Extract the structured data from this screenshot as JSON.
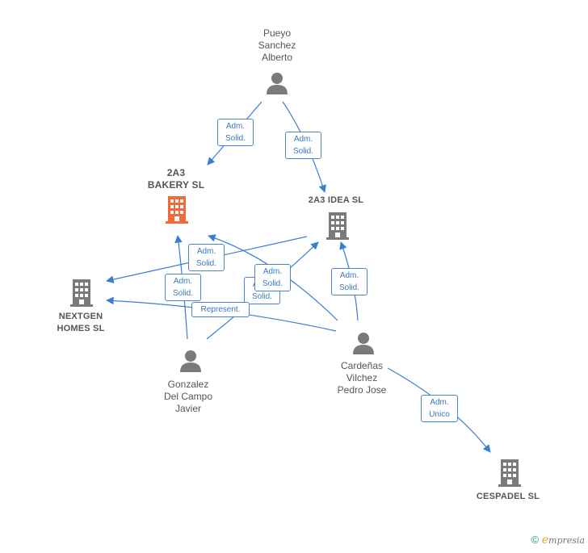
{
  "colors": {
    "edge": "#3a7ed0",
    "person": "#7a7a7a",
    "company": "#7a7a7a",
    "company_main": "#f26a3a"
  },
  "nodes": {
    "pueyo": {
      "line1": "Pueyo",
      "line2": "Sanchez",
      "line3": "Alberto",
      "icon": "person-icon"
    },
    "gonzalez": {
      "line1": "Gonzalez",
      "line2": "Del Campo",
      "line3": "Javier",
      "icon": "person-icon"
    },
    "cardenas": {
      "line1": "Cardeñas",
      "line2": "Vilchez",
      "line3": "Pedro Jose",
      "icon": "person-icon"
    },
    "bakery": {
      "line1": "2A3",
      "line2": "BAKERY  SL",
      "icon": "building-icon"
    },
    "idea": {
      "line1": "2A3  IDEA  SL",
      "icon": "building-icon"
    },
    "nextgen": {
      "line1": "NEXTGEN",
      "line2": "HOMES  SL",
      "icon": "building-icon"
    },
    "cespadel": {
      "line1": "CESPADEL SL",
      "icon": "building-icon"
    }
  },
  "edge_labels": {
    "pueyo_bakery": {
      "l1": "Adm.",
      "l2": "Solid."
    },
    "pueyo_idea": {
      "l1": "Adm.",
      "l2": "Solid."
    },
    "idea_nextgen": {
      "l1": "Adm.",
      "l2": "Solid."
    },
    "gonz_bakery": {
      "l1": "Adm.",
      "l2": "Solid."
    },
    "gonz_idea_back": {
      "l1": "Adm.",
      "l2": "Solid."
    },
    "card_bakery": {
      "l1": "Adm.",
      "l2": "Solid."
    },
    "card_idea": {
      "l1": "Adm.",
      "l2": "Solid."
    },
    "represent": {
      "l1": "Represent."
    },
    "card_cespadel": {
      "l1": "Adm.",
      "l2": "Unico"
    }
  },
  "footer": {
    "copyright": "©",
    "brand_initial": "e",
    "brand_rest": "mpresia"
  }
}
